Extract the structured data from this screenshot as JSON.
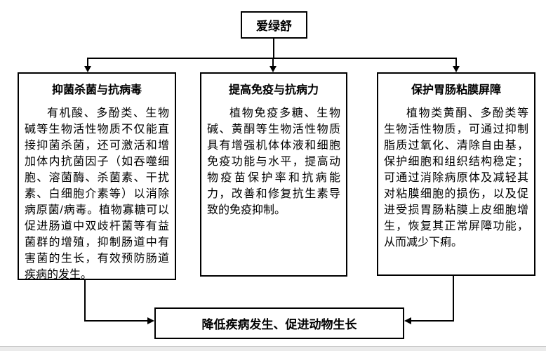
{
  "page": {
    "background_color": "#ffffff",
    "line_color": "#000000",
    "footer_bar_color": "#ebebeb"
  },
  "diagram": {
    "root": {
      "label": "爱绿舒"
    },
    "branches": [
      {
        "id": "antibacterial",
        "title": "抑菌杀菌与抗病毒",
        "body": "有机酸、多酚类、生物碱等生物活性物质不仅能直接抑菌杀菌，还可激活和增加体内抗菌因子（如吞噬细胞、溶菌酶、杀菌素、干扰素、白细胞介素等）以消除病原菌/病毒。植物寡糖可以促进肠道中双歧杆菌等有益菌群的增殖，抑制肠道中有害菌的生长，有效预防肠道疾病的发生。"
      },
      {
        "id": "immunity",
        "title": "提高免疫与抗病力",
        "body": "植物免疫多糖、生物碱、黄酮等生物活性物质具有增强机体体液和细胞免疫功能与水平，提高动物疫苗保护率和抗病能力，改善和修复抗生素导致的免疫抑制。"
      },
      {
        "id": "mucosa",
        "title": "保护胃肠粘膜屏障",
        "body": "植物类黄酮、多酚类等生物活性物质，可通过抑制脂质过氧化、清除自由基，保护细胞和组织结构稳定；可通过消除病原体及减轻其对粘膜细胞的损伤，以及促进受损胃肠粘膜上皮细胞增生，恢复其正常屏障功能，从而减少下痢。"
      }
    ],
    "outcome": {
      "label": "降低疾病发生、促进动物生长"
    }
  }
}
